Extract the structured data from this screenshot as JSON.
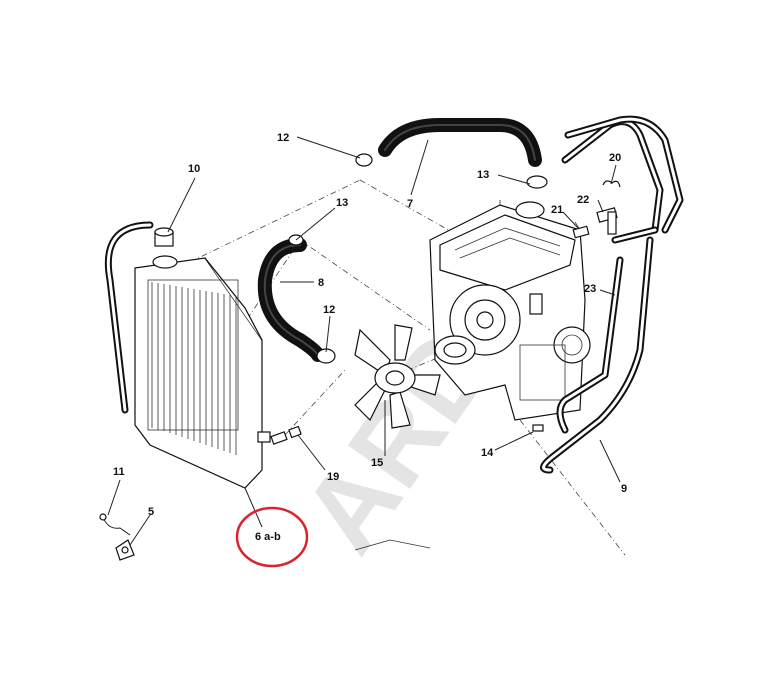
{
  "diagram": {
    "watermark": "ARDINI",
    "highlight_color": "#d9232e",
    "callouts": {
      "c5": "5",
      "c6": "6 a-b",
      "c7": "7",
      "c8": "8",
      "c9": "9",
      "c10": "10",
      "c11": "11",
      "c12a": "12",
      "c12b": "12",
      "c13a": "13",
      "c13b": "13",
      "c14": "14",
      "c15": "15",
      "c19": "19",
      "c20": "20",
      "c21": "21",
      "c22": "22",
      "c23": "23"
    }
  }
}
